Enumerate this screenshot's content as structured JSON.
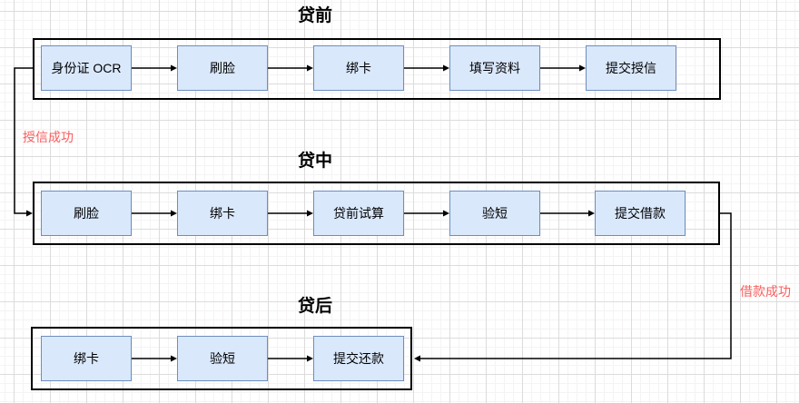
{
  "diagram": {
    "sections": [
      {
        "title": "贷前",
        "steps": [
          "身份证 OCR",
          "刷脸",
          "绑卡",
          "填写资料",
          "提交授信"
        ]
      },
      {
        "title": "贷中",
        "steps": [
          "刷脸",
          "绑卡",
          "贷前试算",
          "验短",
          "提交借款"
        ]
      },
      {
        "title": "贷后",
        "steps": [
          "绑卡",
          "验短",
          "提交还款"
        ]
      }
    ],
    "connectors": [
      {
        "label": "授信成功",
        "from": "贷前",
        "to": "贷中"
      },
      {
        "label": "借款成功",
        "from": "贷中",
        "to": "贷后"
      }
    ],
    "colors": {
      "box_fill": "#dae8fc",
      "box_border": "#6c8ebf",
      "container_border": "#000000",
      "arrow": "#000000",
      "edge_label": "#fb5d5d",
      "grid_major": "#dcdcdc",
      "grid_minor": "#f5f3f3",
      "background": "#ffffff"
    }
  }
}
